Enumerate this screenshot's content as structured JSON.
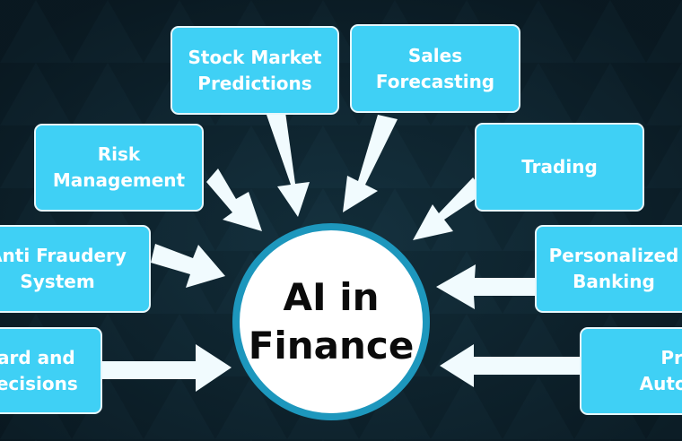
{
  "colors": {
    "background": "#0f2530",
    "box_fill": "#3fd0f5",
    "box_border": "#e6f7fc",
    "center_ring": "#1d97bd",
    "arrow": "#f1fbfe"
  },
  "center": {
    "line1": "AI in",
    "line2": "Finance"
  },
  "boxes": [
    {
      "id": "stock-market-predictions",
      "lines": [
        "Stock Market",
        "Predictions"
      ]
    },
    {
      "id": "sales-forecasting",
      "lines": [
        "Sales",
        "Forecasting"
      ]
    },
    {
      "id": "risk-management",
      "lines": [
        "Risk",
        "Management"
      ]
    },
    {
      "id": "trading",
      "lines": [
        "Trading"
      ]
    },
    {
      "id": "anti-fraudery-system",
      "lines": [
        "Anti Fraudery",
        "System"
      ]
    },
    {
      "id": "personalized-banking",
      "lines": [
        "Personalized",
        "Banking"
      ]
    },
    {
      "id": "card-and-decisions",
      "lines": [
        "Card and",
        "Decisions"
      ]
    },
    {
      "id": "process-automation",
      "lines": [
        "Proce",
        "Automa"
      ]
    }
  ]
}
